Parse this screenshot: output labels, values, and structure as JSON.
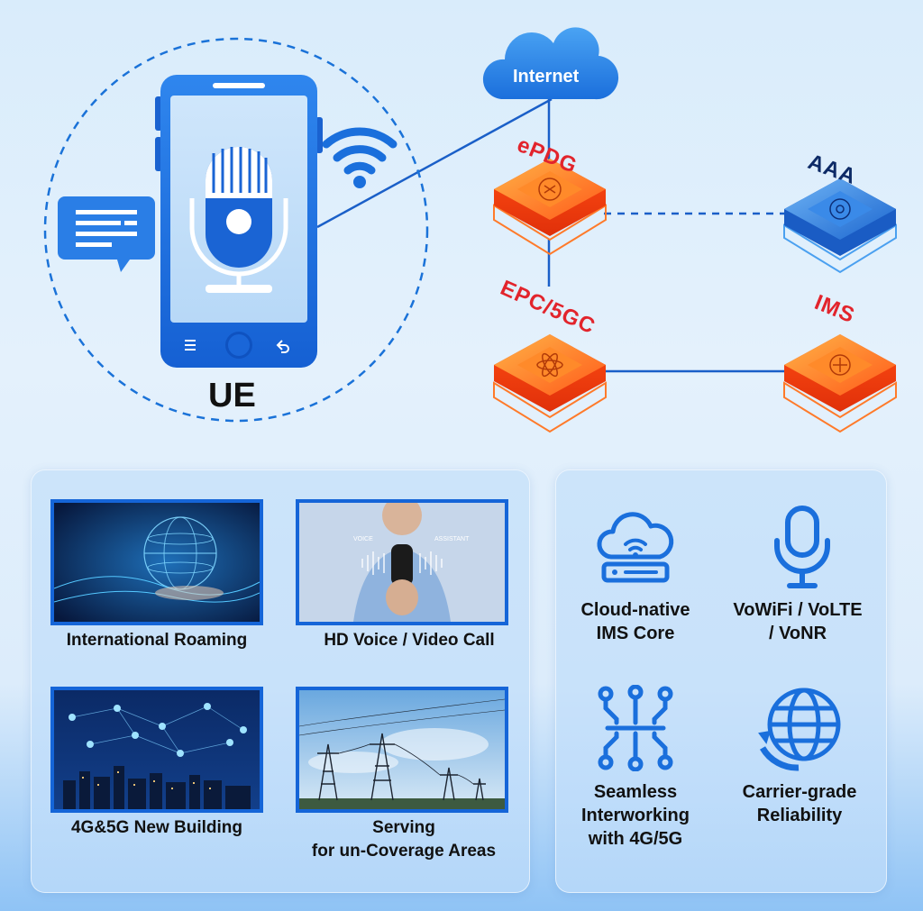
{
  "diagram": {
    "ue_label": "UE",
    "internet_label": "Internet",
    "epdg_label": "ePDG",
    "aaa_label": "AAA",
    "epc_label": "EPC/5GC",
    "ims_label": "IMS"
  },
  "scenarios": [
    {
      "label": "International Roaming",
      "icon": "globe-network-photo"
    },
    {
      "label": "HD Voice / Video Call",
      "icon": "voice-assistant-photo"
    },
    {
      "label": "4G&5G New Building",
      "icon": "smart-city-photo"
    },
    {
      "label": "Serving",
      "label2": "for un-Coverage Areas",
      "icon": "power-lines-photo"
    }
  ],
  "features": [
    {
      "line1": "Cloud-native",
      "line2": "IMS Core",
      "icon": "cloud-wifi-icon"
    },
    {
      "line1": "VoWiFi / VoLTE",
      "line2": "/ VoNR",
      "icon": "microphone-icon"
    },
    {
      "line1": "Seamless",
      "line2": "Interworking",
      "line3": "with 4G/5G",
      "icon": "circuit-icon"
    },
    {
      "line1": "Carrier-grade",
      "line2": "Reliability",
      "icon": "globe-refresh-icon"
    }
  ],
  "colors": {
    "accent": "#1565d8",
    "node_red": "#e2242c",
    "node_orange": "#ff6a13",
    "node_blue": "#1f6fd1"
  }
}
